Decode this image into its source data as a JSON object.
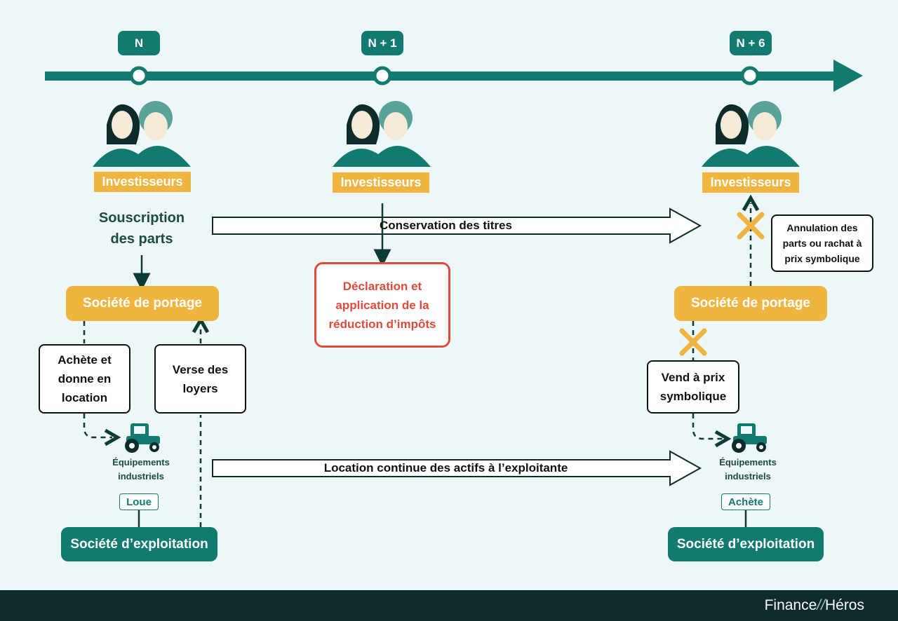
{
  "timeline": {
    "markers": [
      "N",
      "N + 1",
      "N + 6"
    ]
  },
  "investors": {
    "label_n": "Investisseurs",
    "label_n1": "Investisseurs",
    "label_n6": "Investisseurs"
  },
  "left": {
    "souscription": [
      "Souscription",
      "des parts"
    ],
    "portage": "Société de portage",
    "achete_box": [
      "Achète et",
      "donne en",
      "location"
    ],
    "verse_box": [
      "Verse des",
      "loyers"
    ],
    "equipements": [
      "Équipements",
      "industriels"
    ],
    "loue_tag": "Loue",
    "exploitation": "Société d’exploitation"
  },
  "middle": {
    "conservation_arrow": "Conservation des titres",
    "declaration_box": [
      "Déclaration et",
      "application de la",
      "réduction d’impôts"
    ],
    "location_arrow": "Location continue des actifs à l’exploitante"
  },
  "right": {
    "annulation_box": [
      "Annulation des",
      "parts ou rachat à",
      "prix symbolique"
    ],
    "portage": "Société de portage",
    "vend_box": [
      "Vend à prix",
      "symbolique"
    ],
    "equipements": [
      "Équipements",
      "industriels"
    ],
    "achete_tag": "Achète",
    "exploitation": "Société d’exploitation"
  },
  "footer": {
    "brand_left": "Finance",
    "brand_right": "Héros"
  },
  "colors": {
    "teal": "#127a71",
    "orange": "#f0b440",
    "red": "#e04a3a",
    "dark": "#0d2b2b",
    "background": "#eef7f7"
  },
  "icons": [
    "investor-couple-icon",
    "tractor-icon",
    "cross-icon"
  ]
}
